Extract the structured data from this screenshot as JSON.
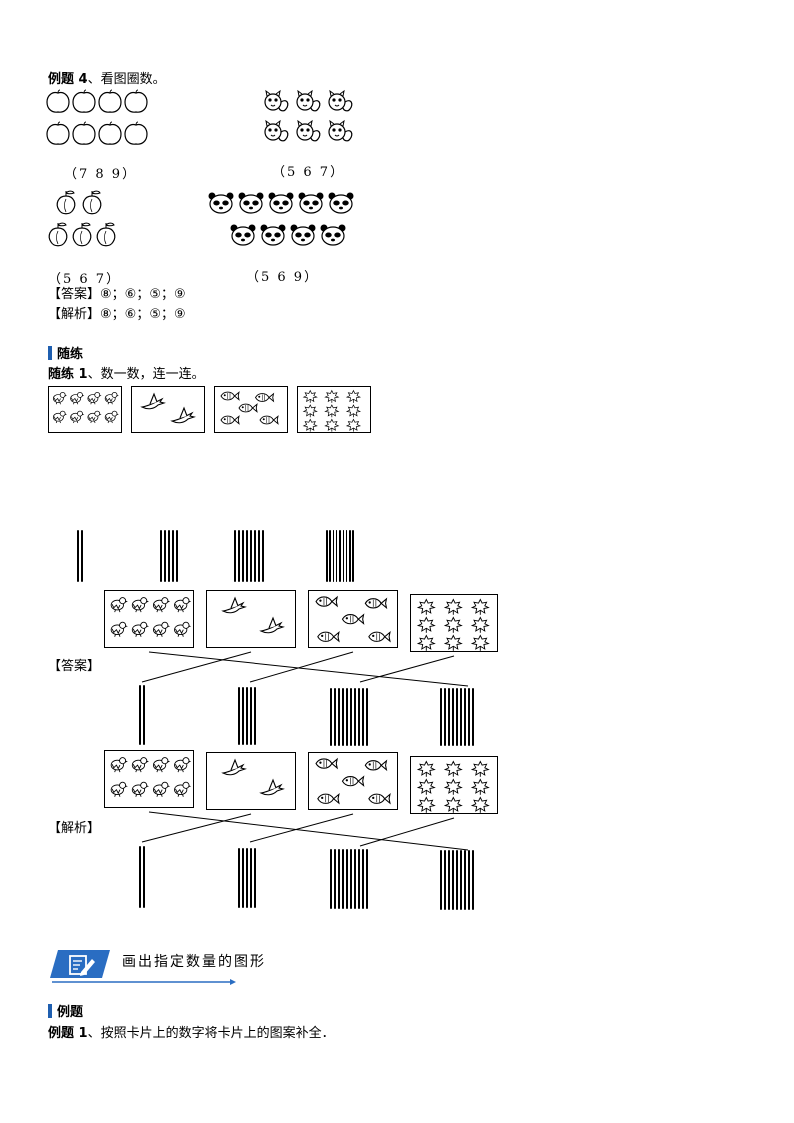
{
  "example4": {
    "title_bold": "例题 4",
    "title_rest": "、看图圈数。",
    "choices": [
      "（7 8 9）",
      "（5 6 7）",
      "（5 6 7）",
      "（5 6 9）"
    ],
    "answer_label": "【答案】",
    "answer_text": "⑧；⑥；⑤；⑨",
    "analysis_label": "【解析】",
    "analysis_text": "⑧；⑥；⑤；⑨"
  },
  "practice": {
    "heading": "随练",
    "q1_bold": "随练 1",
    "q1_rest": "、数一数，连一连。",
    "answer_label": "【答案】",
    "analysis_label": "【解析】"
  },
  "section": {
    "banner_title": "画出指定数量的图形",
    "sub_heading": "例题",
    "ex1_bold": "例题 1",
    "ex1_rest": "、按照卡片上的数字将卡片上的图案补全．"
  },
  "colors": {
    "accent": "#1f5fb0",
    "banner": "#2a6dc2"
  },
  "icons": [
    "apple-icon",
    "squirrel-icon",
    "peach-icon",
    "panda-icon",
    "fish-icon",
    "bird-icon",
    "leaf-icon",
    "chicken-icon",
    "pencil-note-icon"
  ]
}
